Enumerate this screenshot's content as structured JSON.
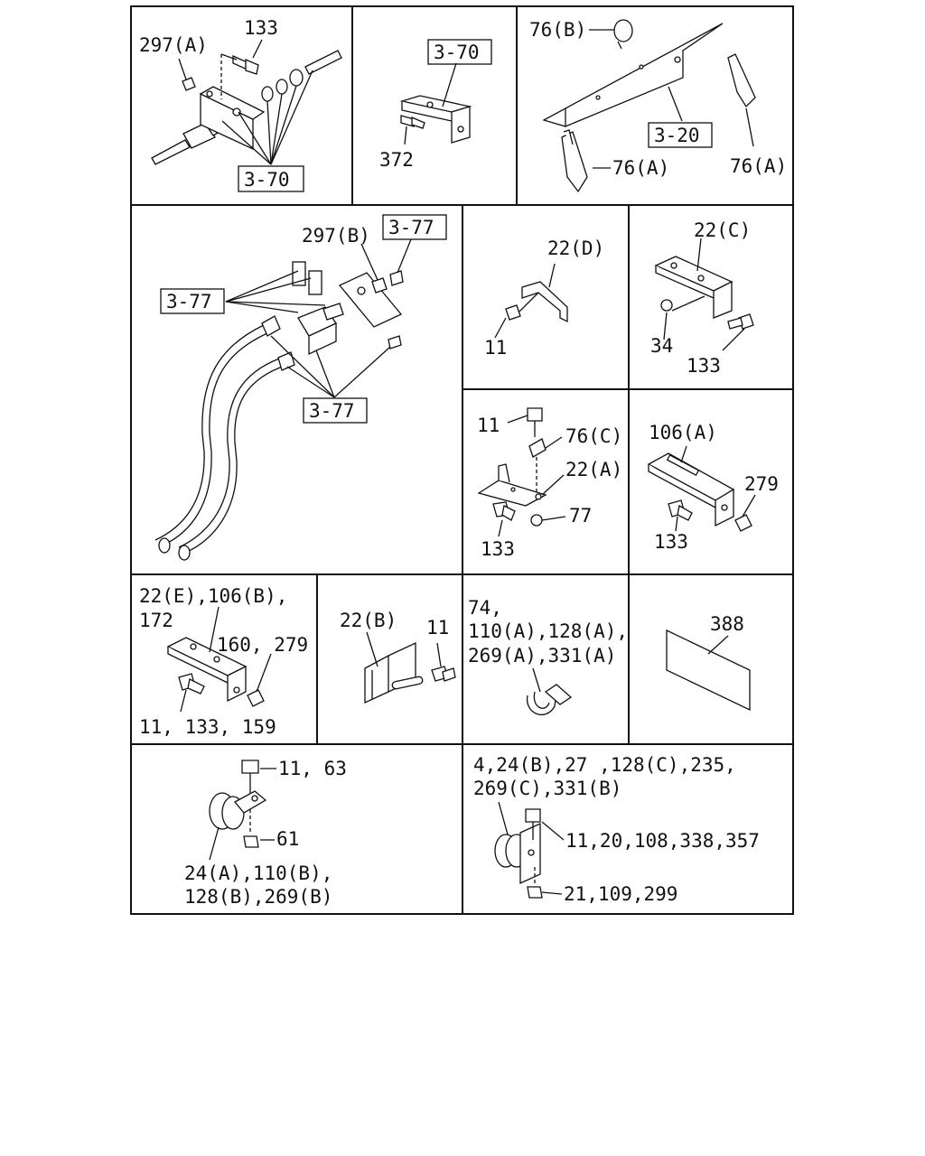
{
  "panel1": {
    "label_297a": "297(A)",
    "label_133": "133",
    "ref_3_70": "3-70"
  },
  "panel2": {
    "ref_3_70": "3-70",
    "label_372": "372"
  },
  "panel3": {
    "label_76b": "76(B)",
    "ref_3_20": "3-20",
    "label_76a_left": "76(A)",
    "label_76a_right": "76(A)"
  },
  "panel4": {
    "label_297b": "297(B)",
    "ref_3_77_top": "3-77",
    "ref_3_77_left": "3-77",
    "ref_3_77_bottom": "3-77"
  },
  "panel5": {
    "label_22d": "22(D)",
    "label_11": "11"
  },
  "panel6": {
    "label_22c": "22(C)",
    "label_34": "34",
    "label_133": "133"
  },
  "panel7": {
    "label_11": "11",
    "label_76c": "76(C)",
    "label_22a": "22(A)",
    "label_77": "77",
    "label_133": "133"
  },
  "panel8": {
    "label_106a": "106(A)",
    "label_279": "279",
    "label_133": "133"
  },
  "panel9": {
    "line1": "22(E),106(B),",
    "line2": "172",
    "line3": "160, 279",
    "line4": "11, 133, 159"
  },
  "panel10": {
    "label_22b": "22(B)",
    "label_11": "11"
  },
  "panel11": {
    "line1": "74,",
    "line2": "110(A),128(A),",
    "line3": "269(A),331(A)"
  },
  "panel12": {
    "label_388": "388"
  },
  "panel13": {
    "line1": "11, 63",
    "line2": "61",
    "line3": "24(A),110(B),",
    "line4": "128(B),269(B)"
  },
  "panel14": {
    "line1": "4,24(B),27 ,128(C),235,",
    "line2": "269(C),331(B)",
    "line3": "11,20,108,338,357",
    "line4": "21,109,299"
  }
}
